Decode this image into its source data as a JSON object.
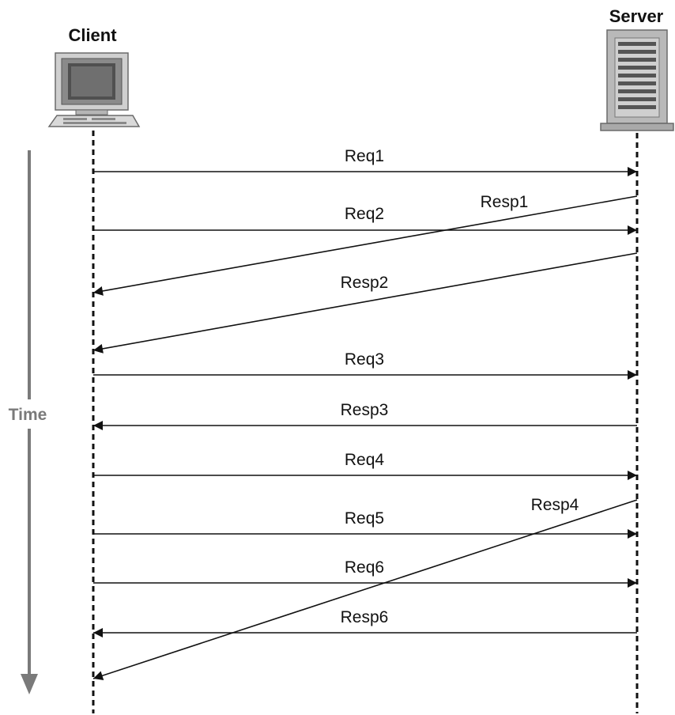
{
  "actors": {
    "client": {
      "label": "Client",
      "icon": "desktop-computer-icon"
    },
    "server": {
      "label": "Server",
      "icon": "server-tower-icon"
    }
  },
  "time_axis": {
    "label": "Time",
    "color": "#7a7a7a"
  },
  "messages": [
    {
      "id": "req1",
      "label": "Req1",
      "direction": "client-to-server"
    },
    {
      "id": "resp1",
      "label": "Resp1",
      "direction": "server-to-client"
    },
    {
      "id": "req2",
      "label": "Req2",
      "direction": "client-to-server"
    },
    {
      "id": "resp2",
      "label": "Resp2",
      "direction": "server-to-client"
    },
    {
      "id": "req3",
      "label": "Req3",
      "direction": "client-to-server"
    },
    {
      "id": "resp3",
      "label": "Resp3",
      "direction": "server-to-client"
    },
    {
      "id": "req4",
      "label": "Req4",
      "direction": "client-to-server"
    },
    {
      "id": "resp4",
      "label": "Resp4",
      "direction": "server-to-client"
    },
    {
      "id": "req5",
      "label": "Req5",
      "direction": "client-to-server"
    },
    {
      "id": "req6",
      "label": "Req6",
      "direction": "client-to-server"
    },
    {
      "id": "resp6",
      "label": "Resp6",
      "direction": "server-to-client"
    }
  ]
}
